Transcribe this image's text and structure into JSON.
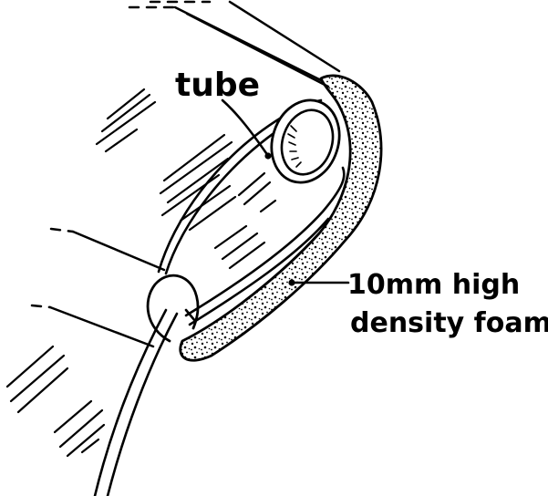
{
  "labels": {
    "tube": "tube",
    "foam_line1": "10mm high",
    "foam_line2": "density foam"
  },
  "colors": {
    "ink": "#000000",
    "paper": "#ffffff"
  }
}
